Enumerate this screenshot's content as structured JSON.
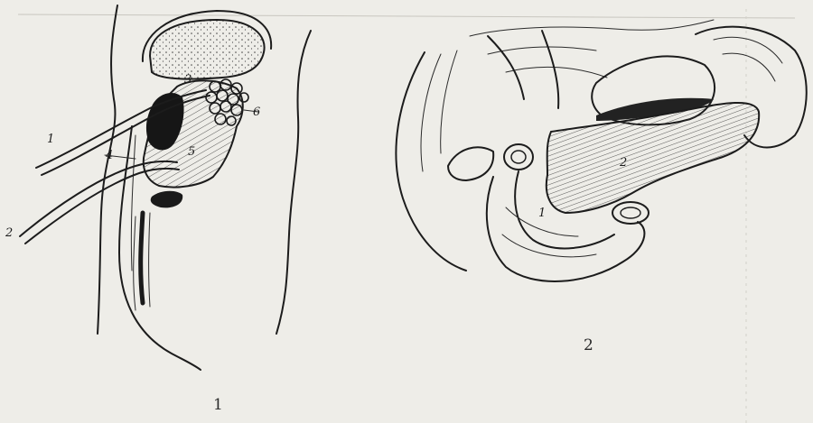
{
  "figure_1": {
    "caption": "1",
    "labels": [
      "1",
      "2",
      "3",
      "4",
      "5",
      "6"
    ]
  },
  "figure_2": {
    "caption": "2",
    "labels": [
      "1",
      "2"
    ]
  },
  "colors": {
    "paper": "#eeede8",
    "ink": "#1c1c1c"
  }
}
